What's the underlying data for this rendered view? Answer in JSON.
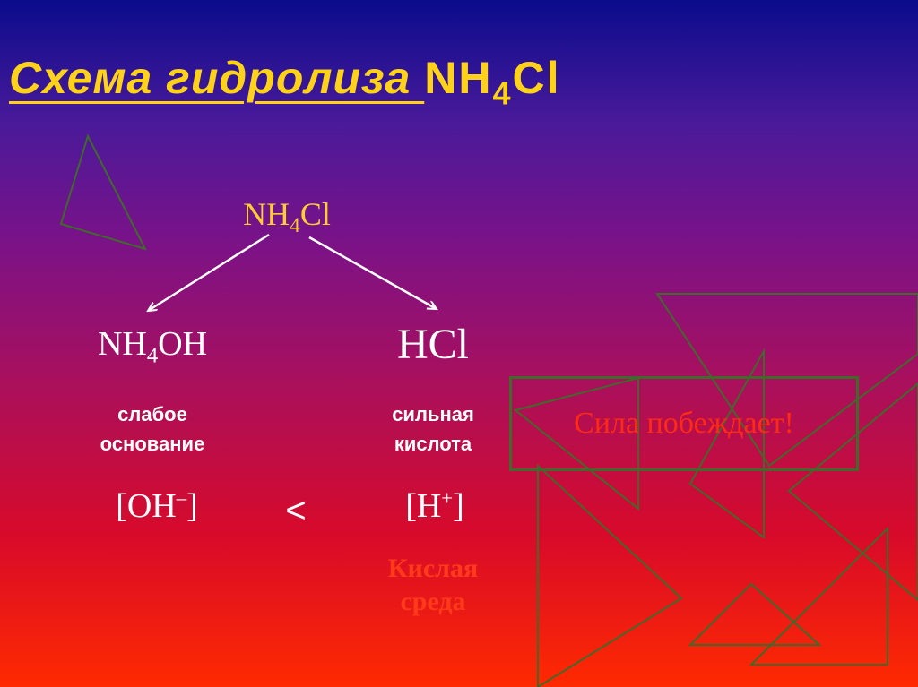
{
  "title": {
    "lead": " ",
    "main": "Схема гидролиза ",
    "formula_pre": "NH",
    "formula_sub": "4",
    "formula_post": "Cl"
  },
  "salt": {
    "pre": "NH",
    "sub": "4",
    "post": "Cl"
  },
  "base": {
    "formula_pre": "NH",
    "formula_sub": "4",
    "formula_post": "OH",
    "description_line1": "слабое",
    "description_line2": "основание",
    "ion_pre": "[OH",
    "ion_sup": "–",
    "ion_post": "]"
  },
  "acid": {
    "formula": "HCl",
    "description_line1": "сильная",
    "description_line2": "кислота",
    "ion_pre": "[H",
    "ion_sup": "+",
    "ion_post": "]"
  },
  "comparison": "<",
  "medium": {
    "line1": "Кислая",
    "line2": "среда"
  },
  "box_text": "Сила побеждает!",
  "colors": {
    "title": "#ffd21a",
    "salt": "#ffcc33",
    "text": "#ffffff",
    "accent_red": "#ff2a12",
    "decor_green": "#3f6b2a"
  }
}
